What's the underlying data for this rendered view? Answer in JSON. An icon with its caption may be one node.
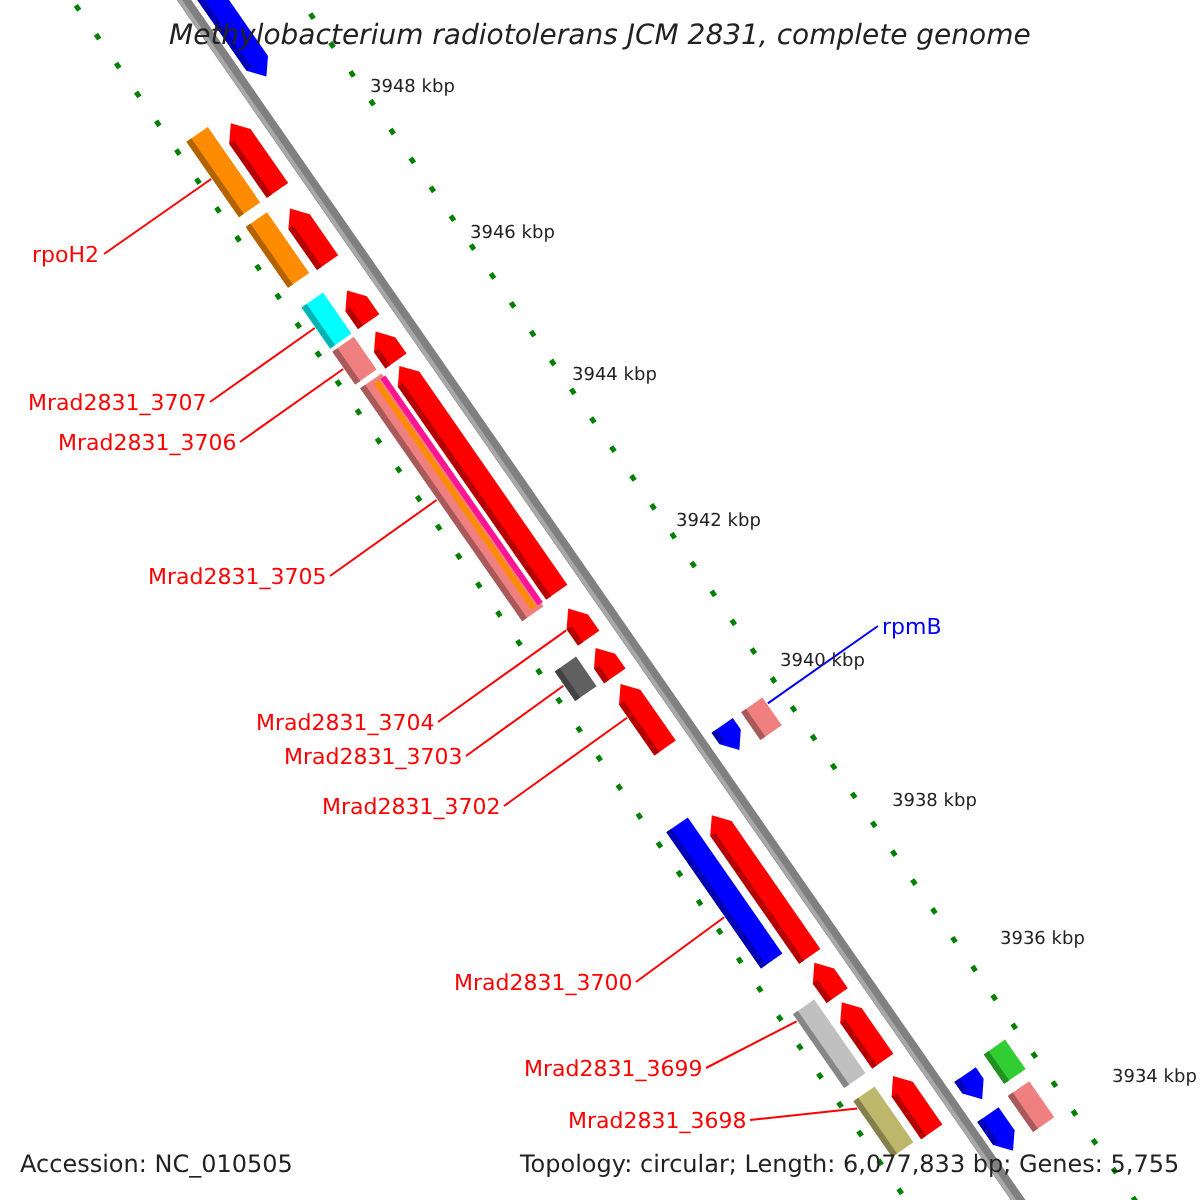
{
  "diagram": {
    "title": "Methylobacterium radiotolerans JCM 2831, complete genome",
    "nodes": [
      {
        "text": [
          "rpoH2"
        ]
      },
      {
        "text": [
          "Mrad2831_3707"
        ]
      },
      {
        "text": [
          "Mrad2831_3706"
        ]
      },
      {
        "text": [
          "Mrad2831_3705"
        ]
      },
      {
        "text": [
          "rpmB"
        ]
      },
      {
        "text": [
          "Mrad2831_3704"
        ]
      },
      {
        "text": [
          "Mrad2831_3703"
        ]
      },
      {
        "text": [
          "Mrad2831_3702"
        ]
      },
      {
        "text": [
          "Mrad2831_3700"
        ]
      },
      {
        "text": [
          "Mrad2831_3699"
        ]
      },
      {
        "text": [
          "Mrad2831_3698"
        ]
      },
      {
        "text": [],
        "shape": "arrow"
      },
      {
        "text": [],
        "shape": "arrow"
      },
      {
        "text": [],
        "shape": "bar"
      },
      {
        "text": [],
        "shape": "arrow"
      },
      {
        "text": [],
        "shape": "bar"
      },
      {
        "text": [],
        "shape": "arrow"
      },
      {
        "text": [],
        "shape": "bar"
      },
      {
        "text": [],
        "shape": "arrow"
      },
      {
        "text": [],
        "shape": "bar"
      },
      {
        "text": [],
        "shape": "arrow"
      },
      {
        "text": [],
        "shape": "bar"
      },
      {
        "text": [],
        "shape": "arrow"
      },
      {
        "text": [],
        "shape": "arrow"
      },
      {
        "text": [],
        "shape": "bar"
      },
      {
        "text": [],
        "shape": "arrow"
      },
      {
        "text": [],
        "shape": "bar"
      },
      {
        "text": [],
        "shape": "arrow"
      },
      {
        "text": [],
        "shape": "arrow"
      },
      {
        "text": [],
        "shape": "bar"
      },
      {
        "text": [],
        "shape": "arrow"
      },
      {
        "text": [],
        "shape": "arrow"
      },
      {
        "text": [],
        "shape": "bar"
      },
      {
        "text": [],
        "shape": "bar"
      },
      {
        "text": [],
        "shape": "arrow"
      },
      {
        "text": [],
        "shape": "arrow"
      },
      {
        "text": [],
        "shape": "bar"
      },
      {
        "text": [],
        "shape": "bar"
      },
      {
        "text": [],
        "shape": "arrow"
      }
    ],
    "edges": [
      {
        "from": 0,
        "to": 13,
        "arrow": "none"
      },
      {
        "from": 1,
        "to": 17,
        "arrow": "none"
      },
      {
        "from": 2,
        "to": 19,
        "arrow": "none"
      },
      {
        "from": 3,
        "to": 21,
        "arrow": "none"
      },
      {
        "from": 4,
        "to": 26,
        "arrow": "none",
        "color": "#0000ff"
      },
      {
        "from": 5,
        "to": 22,
        "arrow": "none"
      },
      {
        "from": 6,
        "to": 24,
        "arrow": "none"
      },
      {
        "from": 7,
        "to": 25,
        "arrow": "none"
      },
      {
        "from": 8,
        "to": 29,
        "arrow": "none"
      },
      {
        "from": 9,
        "to": 32,
        "arrow": "none"
      },
      {
        "from": 10,
        "to": 37,
        "arrow": "none"
      }
    ],
    "labels": [
      "3948 kbp",
      "3946 kbp",
      "3944 kbp",
      "3942 kbp",
      "3940 kbp",
      "3938 kbp",
      "3936 kbp",
      "3934 kbp",
      "Accession: NC_010505",
      "Topology: circular; Length: 6,077,833 bp; Genes: 5,755"
    ]
  }
}
